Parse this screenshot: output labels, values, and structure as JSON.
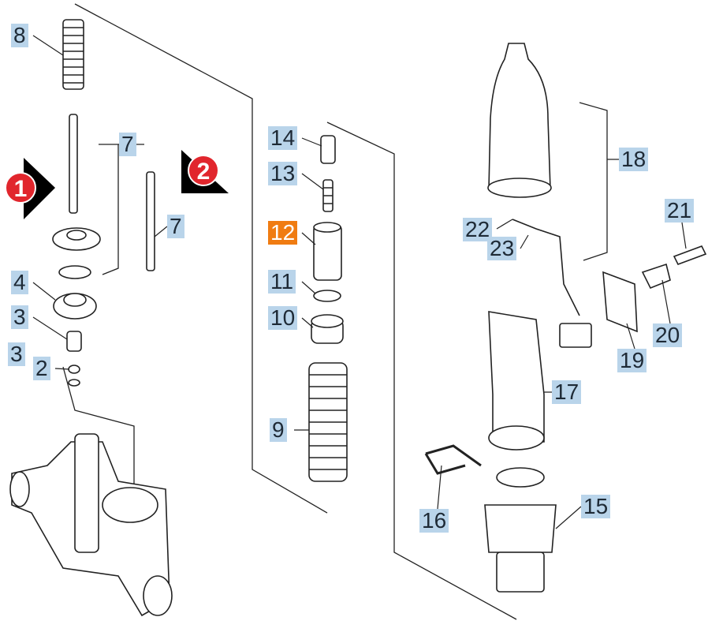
{
  "labels": [
    {
      "id": "8",
      "text": "8",
      "highlight": false
    },
    {
      "id": "7a",
      "text": "7",
      "highlight": false
    },
    {
      "id": "7b",
      "text": "7",
      "highlight": false
    },
    {
      "id": "4",
      "text": "4",
      "highlight": false
    },
    {
      "id": "3a",
      "text": "3",
      "highlight": false
    },
    {
      "id": "3b",
      "text": "3",
      "highlight": false
    },
    {
      "id": "2",
      "text": "2",
      "highlight": false
    },
    {
      "id": "14",
      "text": "14",
      "highlight": false
    },
    {
      "id": "13",
      "text": "13",
      "highlight": false
    },
    {
      "id": "12",
      "text": "12",
      "highlight": true
    },
    {
      "id": "11",
      "text": "11",
      "highlight": false
    },
    {
      "id": "10",
      "text": "10",
      "highlight": false
    },
    {
      "id": "9",
      "text": "9",
      "highlight": false
    },
    {
      "id": "18",
      "text": "18",
      "highlight": false
    },
    {
      "id": "21",
      "text": "21",
      "highlight": false
    },
    {
      "id": "22",
      "text": "22",
      "highlight": false
    },
    {
      "id": "23",
      "text": "23",
      "highlight": false
    },
    {
      "id": "20",
      "text": "20",
      "highlight": false
    },
    {
      "id": "19",
      "text": "19",
      "highlight": false
    },
    {
      "id": "17",
      "text": "17",
      "highlight": false
    },
    {
      "id": "16",
      "text": "16",
      "highlight": false
    },
    {
      "id": "15",
      "text": "15",
      "highlight": false
    }
  ],
  "badges": [
    {
      "text": "1"
    },
    {
      "text": "2"
    }
  ],
  "colors": {
    "label_bg": "#b9d4ea",
    "highlight_bg": "#f07c12",
    "badge_red": "#e1262d"
  }
}
